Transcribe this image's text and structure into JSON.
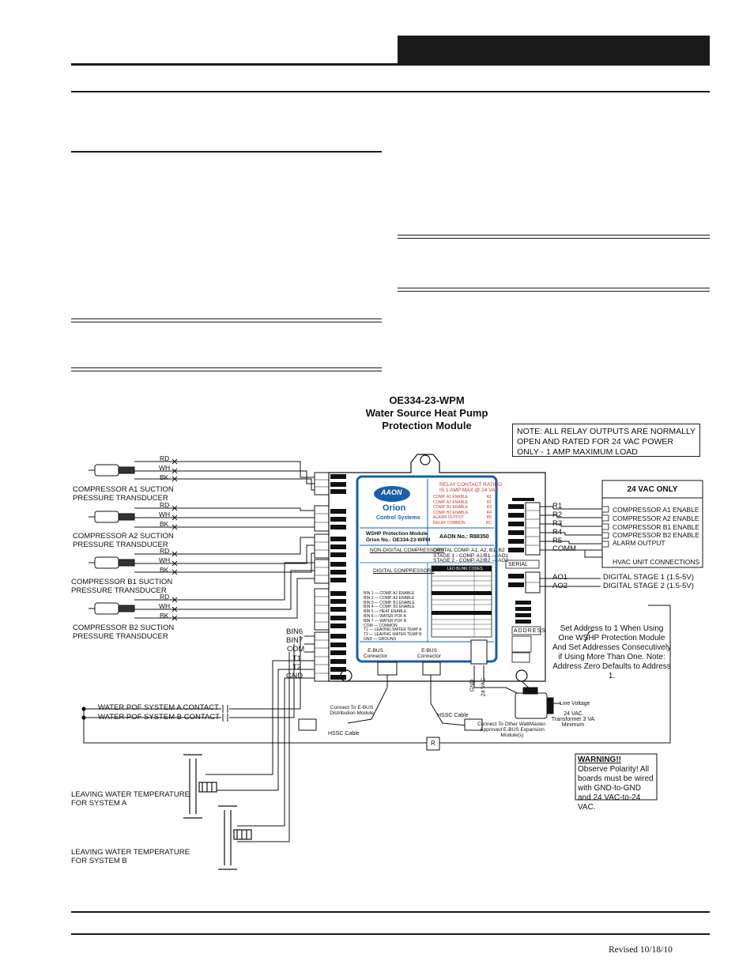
{
  "diagram": {
    "title_lines": [
      "OE334-23-WPM",
      "Water Source Heat Pump",
      "Protection Module"
    ],
    "relay_note": "NOTE:  ALL RELAY OUTPUTS ARE NORMALLY OPEN AND RATED FOR 24 VAC POWER ONLY - 1 AMP MAXIMUM LOAD",
    "wire_colors": [
      "RD",
      "WH",
      "BK"
    ],
    "transducers": [
      {
        "line1": "COMPRESSOR A1 SUCTION",
        "line2": "PRESSURE TRANSDUCER"
      },
      {
        "line1": "COMPRESSOR A2 SUCTION",
        "line2": "PRESSURE TRANSDUCER"
      },
      {
        "line1": "COMPRESSOR B1 SUCTION",
        "line2": "PRESSURE TRANSDUCER"
      },
      {
        "line1": "COMPRESSOR B2 SUCTION",
        "line2": "PRESSURE TRANSDUCER"
      }
    ],
    "left_terminals": [
      "BIN6",
      "BIN7",
      "COM",
      "T1",
      "T2",
      "GND"
    ],
    "contacts": [
      "WATER POF SYSTEM A CONTACT",
      "WATER POF SYSTEM B CONTACT"
    ],
    "relay_terminals": [
      "R1",
      "R2",
      "R3",
      "R4",
      "R5",
      "COMM"
    ],
    "vac_box": {
      "title": "24 VAC ONLY",
      "items": [
        "COMPRESSOR A1 ENABLE",
        "COMPRESSOR A2 ENABLE",
        "COMPRESSOR B1 ENABLE",
        "COMPRESSOR B2 ENABLE",
        "ALARM OUTPUT"
      ],
      "footer": "HVAC UNIT CONNECTIONS"
    },
    "analog_outputs": [
      {
        "terminal": "AO1",
        "label": "DIGITAL STAGE 1 (1.5-5V)"
      },
      {
        "terminal": "AO2",
        "label": "DIGITAL STAGE 2 (1.5-5V)"
      }
    ],
    "serial_label": "SERIAL",
    "address_label": "ADDRESS",
    "address_note": "Set Address to 1 When Using One WSHP Protection Module And Set Addresses Consecutively if Using More Than One. Note: Address Zero Defaults to Address 1.",
    "module": {
      "brand": "AAON",
      "logo_name": "Orion",
      "logo_sub": "Control Systems",
      "relay_rating_title": "RELAY CONTACT RATING",
      "relay_rating_sub": "IS 1 AMP MAX @ 24 VAC",
      "relay_rows": [
        {
          "name": "COMP. A1 ENABLE",
          "term": "R1"
        },
        {
          "name": "COMP. A2 ENABLE",
          "term": "R2"
        },
        {
          "name": "COMP. B1 ENABLE",
          "term": "R3"
        },
        {
          "name": "COMP. B2 ENABLE",
          "term": "R4"
        },
        {
          "name": "ALARM OUTPUT",
          "term": "R5"
        },
        {
          "name": "RELAY COMMON",
          "term": "RC"
        }
      ],
      "name_line1": "WSHP Protection Module",
      "name_line2": "Orion No.: OE334-23-WPM",
      "aaon_no": "AAON No.: R88350",
      "analog_title": "NON-DIGITAL COMPRESSORS",
      "digital_title": "DIGITAL COMPRESSORS",
      "inputs": [
        "BIN 1 — COMP. A1 ENABLE",
        "BIN 2 — COMP. A2 ENABLE",
        "BIN 3 — COMP. B1 ENABLE",
        "BIN 4 — COMP. B2 ENABLE",
        "BIN 5 — HEAT ENABLE",
        "BIN 6 — WATER POF A",
        "BIN 7 — WATER POF B",
        "COM — COMMON",
        "T1 — LEAVING WATER TEMP A",
        "T2 — LEAVING WATER TEMP B",
        "GND — GROUND"
      ],
      "digital_comp": "DIGITAL COMP. A1, A2, B1, B2",
      "stage1": "STAGE 1 - COMP. A1/B1 — AO1",
      "stage2": "STAGE 2 - COMP. A2/B2 — AO2",
      "ebus1": "E-BUS Connector",
      "ebus2": "E-BUS Connector",
      "blink_title": "LED BLINK CODES"
    },
    "hssc_cable": "HSSC Cable",
    "ebus_dist": "Connect To E-BUS Distribution Module",
    "ebus_other": "Connect To Other WattMaster-Approved E-BUS Expansion Module(s)",
    "gnd_label": "GND",
    "vac24_label": "24 VAC",
    "line_voltage": "Line Voltage",
    "transformer": "24 VAC Transformer 3 VA Minimum",
    "r_label": "R",
    "warning_title": "WARNING!!",
    "warning_text": "Observe Polarity! All boards must be wired with GND-to-GND and 24 VAC-to-24 VAC.",
    "lwt_a": [
      "LEAVING WATER TEMPERATURE",
      "FOR SYSTEM A"
    ],
    "lwt_b": [
      "LEAVING WATER TEMPERATURE",
      "FOR SYSTEM B"
    ]
  },
  "footer": {
    "revised": "Revised 10/18/10"
  }
}
